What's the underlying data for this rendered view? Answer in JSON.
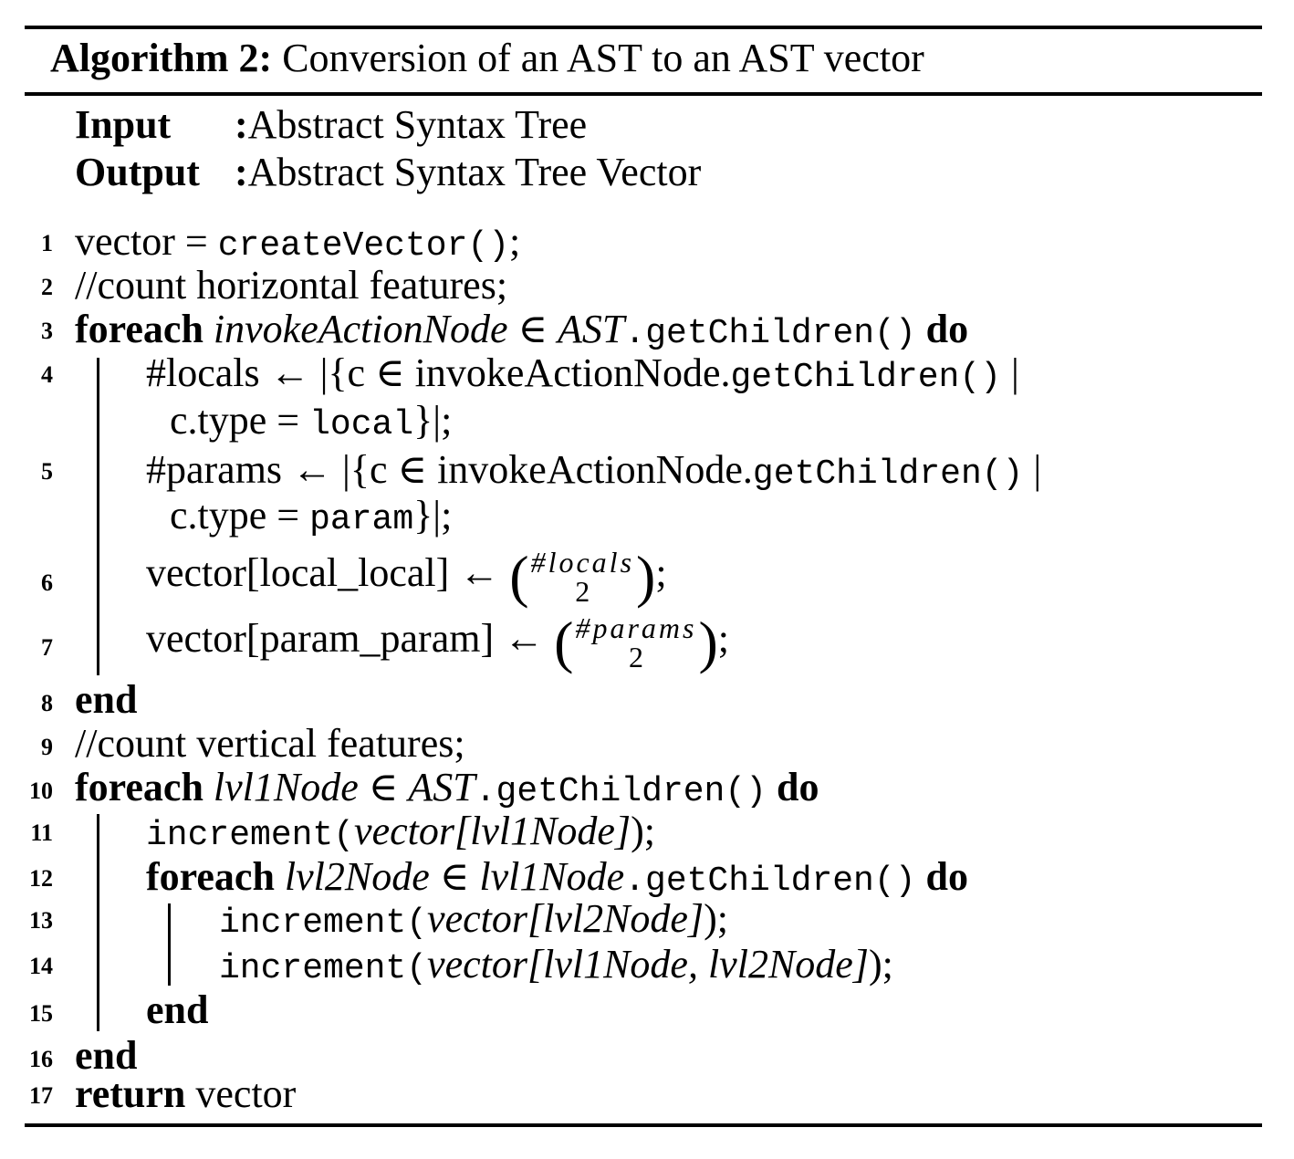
{
  "algorithm": {
    "label": "Algorithm 2:",
    "title": "Conversion of an AST to an AST vector"
  },
  "io": {
    "input_label": "Input",
    "input_value": "Abstract Syntax Tree",
    "output_label": "Output",
    "output_value": "Abstract Syntax Tree Vector",
    "separator": ":"
  },
  "line_numbers": [
    "1",
    "2",
    "3",
    "4",
    "5",
    "6",
    "7",
    "8",
    "9",
    "10",
    "11",
    "12",
    "13",
    "14",
    "15",
    "16",
    "17"
  ],
  "lines": {
    "l1": {
      "pre": "vector = ",
      "code": "createVector()",
      "post": ";"
    },
    "l2": {
      "text": "//count horizontal features;"
    },
    "l3": {
      "kw": "foreach",
      "var": "invokeActionNode",
      "op": " ∈ ",
      "obj": "AST",
      "code": ".getChildren()",
      "kw_end": "do"
    },
    "l4": {
      "pre": "#locals ← |{c ∈ invokeActionNode.",
      "code": "getChildren()",
      "post": " |"
    },
    "l4b": {
      "pre": "c.type = ",
      "code": "local",
      "post": "}|;"
    },
    "l5": {
      "pre": "#params ← |{c ∈ invokeActionNode.",
      "code": "getChildren()",
      "post": " |"
    },
    "l5b": {
      "pre": "c.type = ",
      "code": "param",
      "post": "}|;"
    },
    "l6": {
      "pre": "vector[local_local] ← ",
      "binom_top": "#locals",
      "binom_bottom": "2",
      "post": ";"
    },
    "l7": {
      "pre": "vector[param_param] ← ",
      "binom_top": "#params",
      "binom_bottom": "2",
      "post": ";"
    },
    "l8": {
      "kw": "end"
    },
    "l9": {
      "text": "//count vertical features;"
    },
    "l10": {
      "kw": "foreach",
      "var": "lvl1Node",
      "op": " ∈ ",
      "obj": "AST",
      "code": ".getChildren()",
      "kw_end": "do"
    },
    "l11": {
      "code": "increment(",
      "arg": "vector[lvl1Node]",
      "post": ");"
    },
    "l12": {
      "kw": "foreach",
      "var": "lvl2Node",
      "op": " ∈ ",
      "obj": "lvl1Node",
      "code": ".getChildren()",
      "kw_end": "do"
    },
    "l13": {
      "code": "increment(",
      "arg": "vector[lvl2Node]",
      "post": ");"
    },
    "l14": {
      "code": "increment(",
      "arg": "vector[lvl1Node, lvl2Node]",
      "post": ");"
    },
    "l15": {
      "kw": "end"
    },
    "l16": {
      "kw": "end"
    },
    "l17": {
      "kw": "return",
      "text": " vector"
    }
  }
}
